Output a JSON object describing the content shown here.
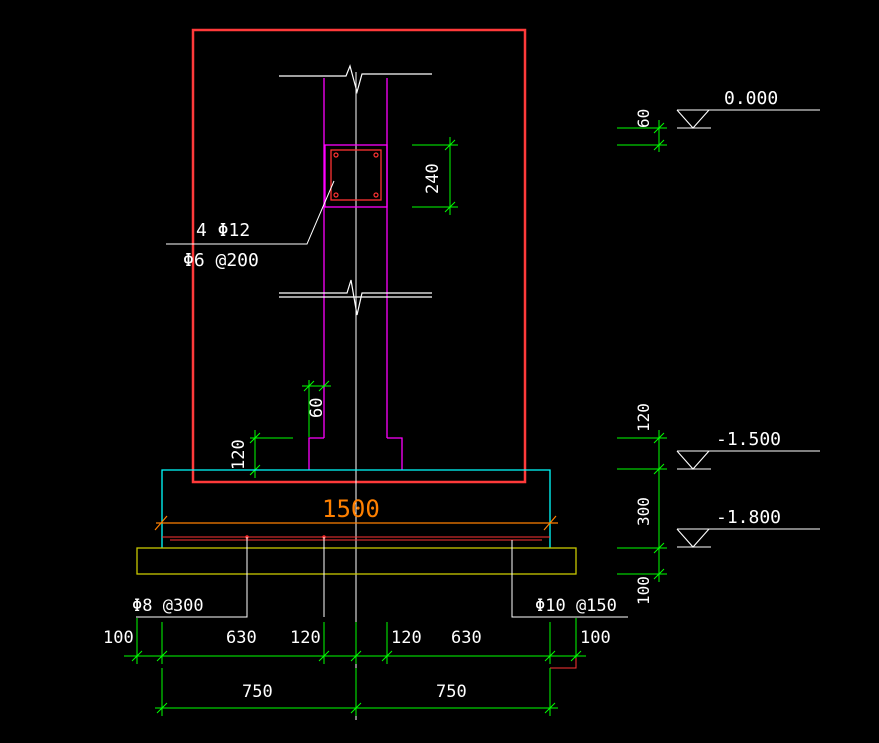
{
  "drawing": {
    "background": "#000000",
    "colors": {
      "white": "#ffffff",
      "green": "#00ff00",
      "magenta": "#ff00ff",
      "cyan": "#00ffff",
      "red": "#ff3333",
      "orange": "#ff8000",
      "yellow_olive": "#c8c800",
      "highlight": "#ff3a3a"
    },
    "rebar_column": {
      "main": "4 Φ12",
      "stirrup": "Φ6 @200"
    },
    "rebar_footing": {
      "left": "Φ8 @300",
      "right": "Φ10 @150"
    },
    "dims": {
      "col_240": "240",
      "step_60": "60",
      "step_120": "120",
      "width_1500": "1500",
      "bot_100_left": "100",
      "bot_630_left": "630",
      "bot_120_left": "120",
      "bot_120_right": "120",
      "bot_630_right": "630",
      "bot_100_right": "100",
      "half_750_left": "750",
      "half_750_right": "750",
      "elev_60": "60",
      "elev_120": "120",
      "elev_300": "300",
      "elev_100": "100"
    },
    "elevations": {
      "top": "0.000",
      "mid": "-1.500",
      "bottom": "-1.800"
    }
  }
}
